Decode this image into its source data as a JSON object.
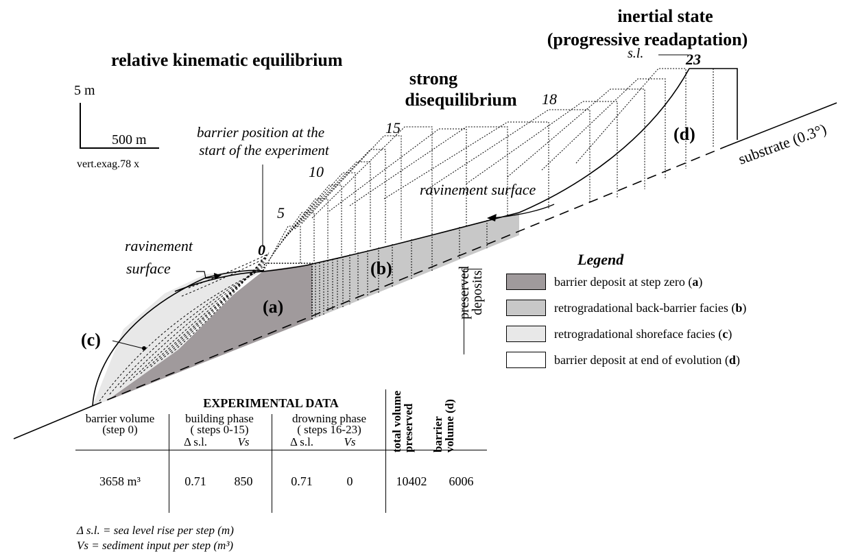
{
  "headings": {
    "relative": "relative kinematic equilibrium",
    "strong_line1": "strong",
    "strong_line2": "disequilibrium",
    "inertial_line1": "inertial state",
    "inertial_line2": "(progressive readaptation)"
  },
  "scale": {
    "vertical": "5 m",
    "horizontal": "500 m",
    "exaggeration": "vert.exag.78 x"
  },
  "annotations": {
    "barrier_start_line1": "barrier position at the",
    "barrier_start_line2": "start of the experiment",
    "ravinement_left_line1": "ravinement",
    "ravinement_left_line2": "surface",
    "ravinement_right": "ravinement surface",
    "substrate": "substrate (0.3°)",
    "sea_level": "s.l.",
    "label_a": "(a)",
    "label_b": "(b)",
    "label_c": "(c)",
    "label_d": "(d)"
  },
  "steps": [
    "0",
    "5",
    "10",
    "15",
    "18",
    "23"
  ],
  "legend": {
    "title": "Legend",
    "side_label_line1": "preserved",
    "side_label_line2": "deposits",
    "items": [
      {
        "text": "barrier deposit at step zero (",
        "key": "a",
        "close": ")",
        "color": "#a09a9c"
      },
      {
        "text": "retrogradational back-barrier facies (",
        "key": "b",
        "close": ")",
        "color": "#c8c8c8"
      },
      {
        "text": "retrogradational shoreface facies (",
        "key": "c",
        "close": ")",
        "color": "#e8e8e8"
      },
      {
        "text": "barrier deposit at end of evolution (",
        "key": "d",
        "close": ")",
        "color": "#ffffff"
      }
    ]
  },
  "table": {
    "title": "EXPERIMENTAL DATA",
    "col_barrier_line1": "barrier volume",
    "col_barrier_line2": "(step 0)",
    "col_building_line1": "building phase",
    "col_building_line2": "( steps 0-15)",
    "col_drowning_line1": "drowning phase",
    "col_drowning_line2": "( steps 16-23)",
    "sub_dsl": "Δ s.l.",
    "sub_vs": "Vs",
    "col_total_line1": "total volume",
    "col_total_line2": "preserved",
    "col_barrier_d_line1": "barrier",
    "col_barrier_d_line2": "volume (d)",
    "row": {
      "barrier_volume": "3658 m³",
      "building_dsl": "0.71",
      "building_vs": "850",
      "drowning_dsl": "0.71",
      "drowning_vs": "0",
      "total_preserved": "10402",
      "barrier_d": "6006"
    }
  },
  "notes": {
    "dsl": "Δ s.l. = sea level rise per step (m)",
    "vs": "Vs = sediment input per step (m³)"
  }
}
